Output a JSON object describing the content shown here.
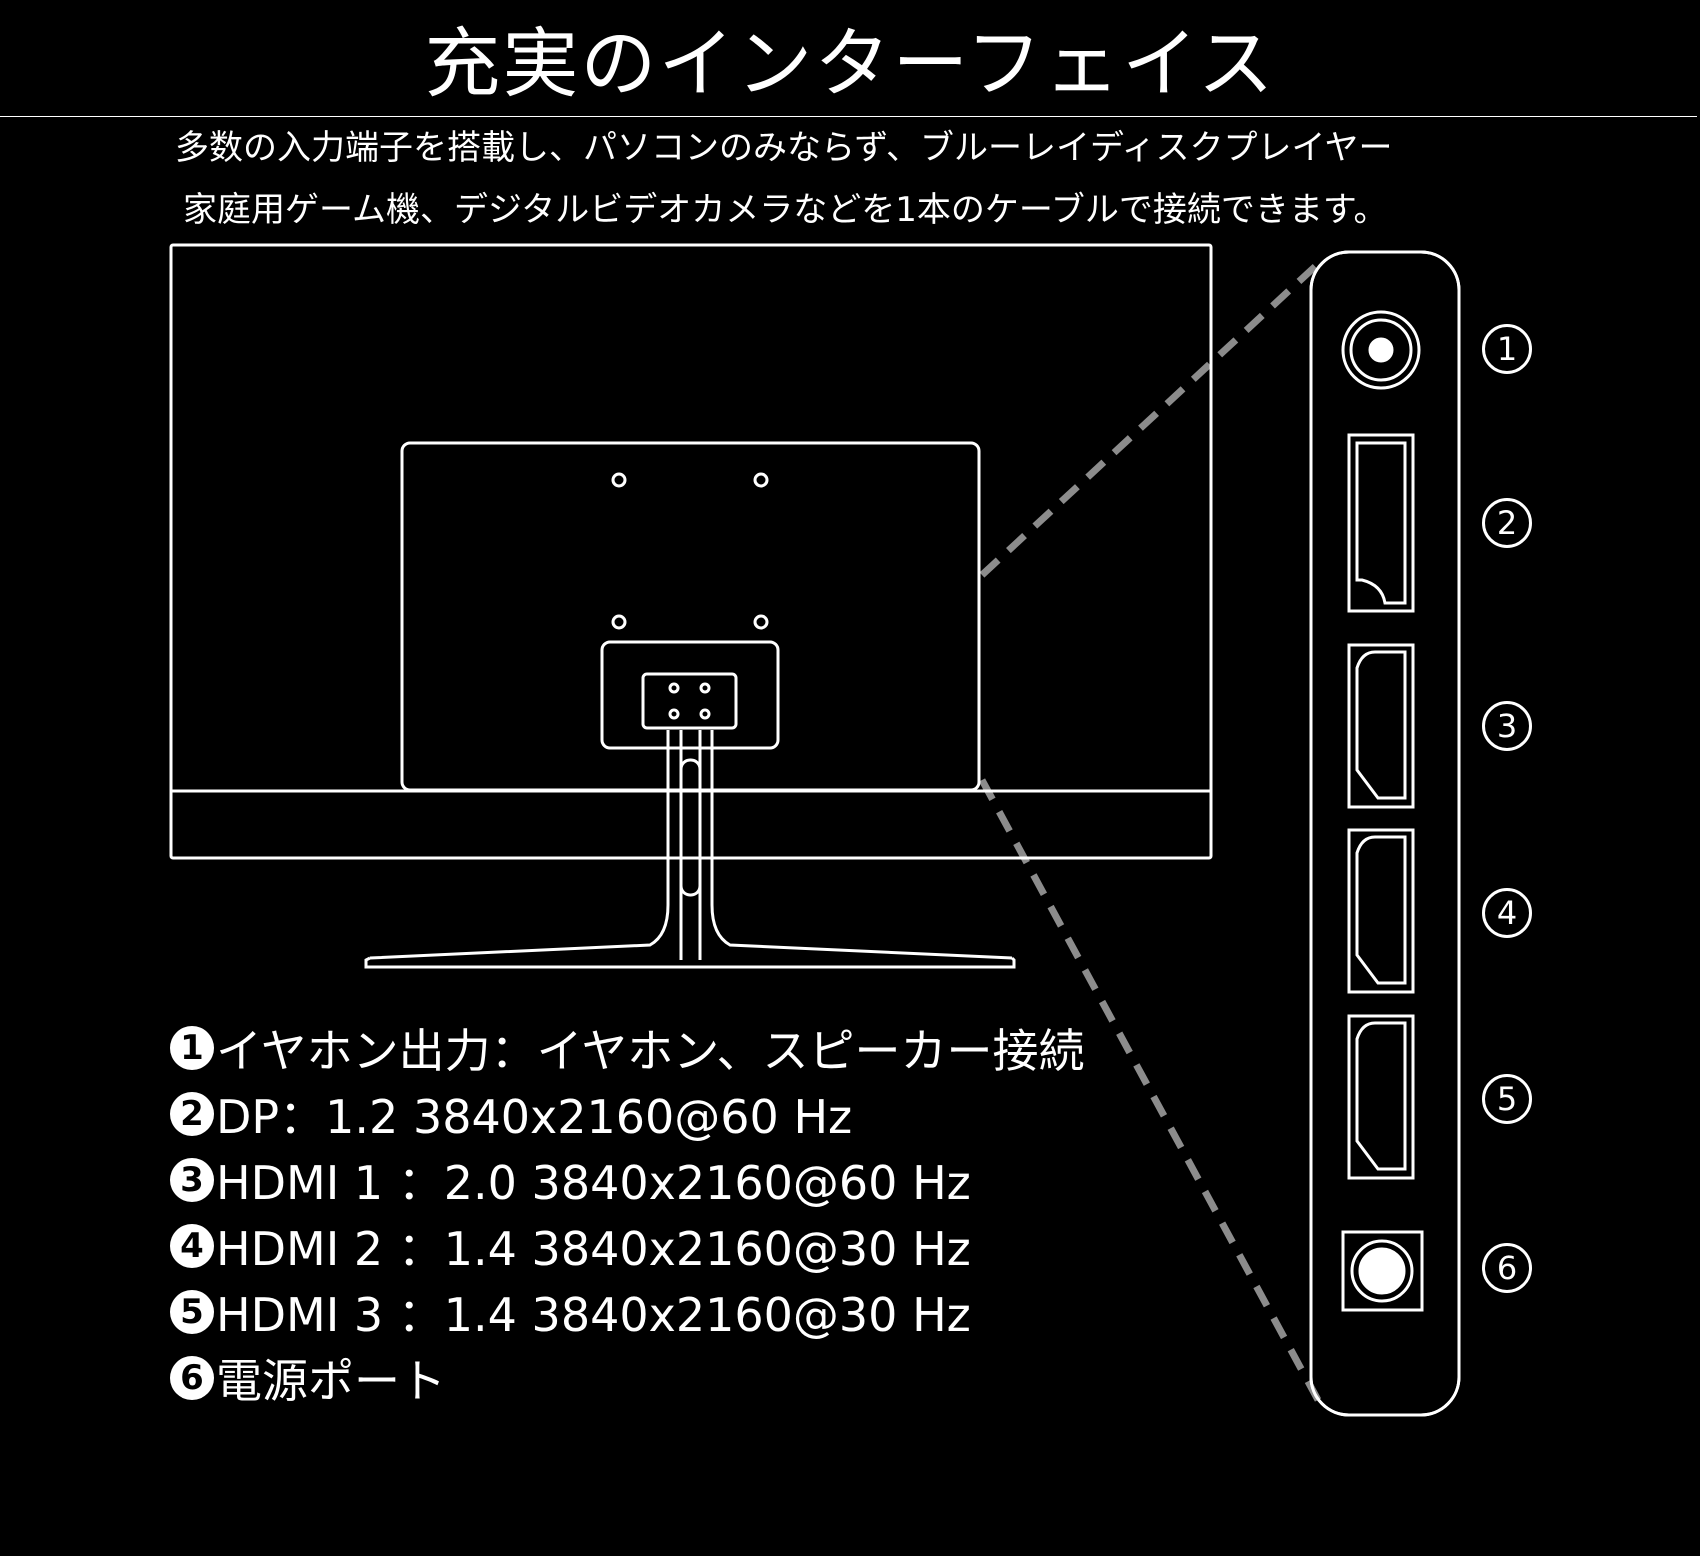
{
  "title": "充実のインターフェイス",
  "intro": {
    "line1": "多数の入力端子を搭載し、パソコンのみならず、ブルーレイディスクプレイヤー",
    "line2": "家庭用ゲーム機、デジタルビデオカメラなどを1本のケーブルで接続できます。"
  },
  "specs": [
    {
      "num": "1",
      "text": "イヤホン出力：イヤホン、スピーカー接続"
    },
    {
      "num": "2",
      "text": "DP：1.2 3840x2160@60 Hz"
    },
    {
      "num": "3",
      "text": "HDMI 1 ：2.0 3840x2160@60 Hz"
    },
    {
      "num": "4",
      "text": "HDMI 2 ：1.4 3840x2160@30 Hz"
    },
    {
      "num": "5",
      "text": "HDMI 3 ：1.4 3840x2160@30 Hz"
    },
    {
      "num": "6",
      "text": "電源ポート"
    }
  ],
  "ports": [
    {
      "num": "1",
      "icon": "audio-jack-icon"
    },
    {
      "num": "2",
      "icon": "displayport-icon"
    },
    {
      "num": "3",
      "icon": "hdmi-icon"
    },
    {
      "num": "4",
      "icon": "hdmi-icon"
    },
    {
      "num": "5",
      "icon": "hdmi-icon"
    },
    {
      "num": "6",
      "icon": "power-port-icon"
    }
  ],
  "colors": {
    "background": "#000000",
    "foreground": "#ffffff",
    "callout": "#8c8c8c"
  }
}
